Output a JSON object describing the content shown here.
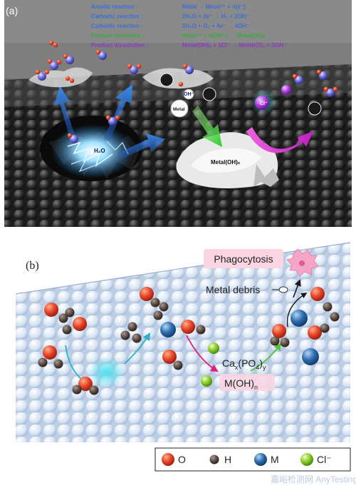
{
  "panel_a": {
    "label": "(a)",
    "reactions": [
      {
        "name": "Anodic reaction :",
        "equation": "Metal → Metalⁿ⁺ + n(e⁻)",
        "color": "#3a6fd8"
      },
      {
        "name": "Cathodic reaction :",
        "equation": "2H₂O + 2e⁻ → H₂ + 2OH⁻",
        "color": "#3a6fd8"
      },
      {
        "name": "Cathodic reaction :",
        "equation": "2H₂O + O₂ + 4e⁻ → 4OH⁻",
        "color": "#3a6fd8"
      },
      {
        "name": "Product formation :",
        "equation": "Metalⁿ⁺ + n(OH⁻) → Metal(OH)ₙ",
        "color": "#3aa844"
      },
      {
        "name": "Product dissolution :",
        "equation": "Metal(OH)ₙ + 2Cl⁻ → Metal(Cl)₂ + 2OH⁻",
        "color": "#8a3ac0"
      }
    ],
    "labels": {
      "water": "H₂O",
      "hydroxide": "OH⁻",
      "metal": "Metal",
      "chloride": "Cl⁻",
      "product": "Metal(OH)ₙ"
    }
  },
  "panel_b": {
    "label": "(b)",
    "phagocytosis": "Phagocytosis",
    "metal_debris": "Metal debris",
    "calcium_phosphate": {
      "base": "Ca",
      "sub1": "x",
      "mid": "(PO",
      "sub2": "4",
      "end": ")",
      "sub3": "y"
    },
    "metal_hydroxide": {
      "base": "M(OH)",
      "sub": "n"
    }
  },
  "legend": {
    "items": [
      {
        "symbol": "O",
        "color": "#e8452a"
      },
      {
        "symbol": "H",
        "color": "#5a4a42"
      },
      {
        "symbol": "M",
        "color": "#2e6db0"
      },
      {
        "symbol": "Cl⁻",
        "color": "#8ccc2a"
      }
    ]
  },
  "watermark": "嘉峪检测网 AnyTesting.com"
}
